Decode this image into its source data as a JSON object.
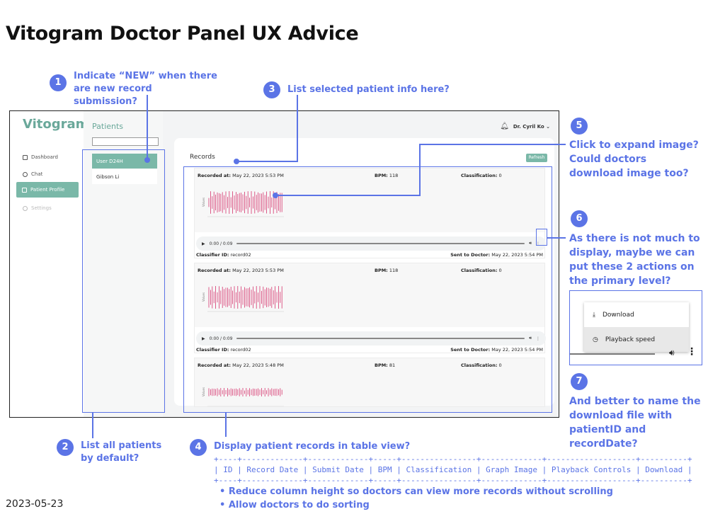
{
  "page": {
    "title": "Vitogram Doctor Panel UX Advice",
    "date": "2023-05-23"
  },
  "app": {
    "logo": "Vitogram",
    "nav": [
      "Dashboard",
      "Chat",
      "Patient Profile",
      "Settings"
    ],
    "patients_title": "Patients",
    "patients": [
      "User D24H",
      "Gibson Li"
    ],
    "user": "Dr. Cyril Ko",
    "records_title": "Records",
    "refresh_label": "Refresh",
    "labels": {
      "recorded_at": "Recorded at:",
      "bpm": "BPM:",
      "classification": "Classification:",
      "classifier_id": "Classifier ID:",
      "sent_to_doctor": "Sent to Doctor:",
      "y_axis": "Values"
    },
    "records": [
      {
        "recorded_at": "May 22, 2023 5:53 PM",
        "bpm": "118",
        "classification": "0",
        "audio_time": "0:00 / 0:09",
        "classifier_id": "record02",
        "sent": "May 22, 2023 5:54 PM"
      },
      {
        "recorded_at": "May 22, 2023 5:53 PM",
        "bpm": "118",
        "classification": "0",
        "audio_time": "0:00 / 0:09",
        "classifier_id": "record02",
        "sent": "May 22, 2023 5:54 PM"
      },
      {
        "recorded_at": "May 22, 2023 5:48 PM",
        "bpm": "81",
        "classification": "0"
      }
    ]
  },
  "annotations": [
    {
      "n": "1",
      "text": "Indicate “NEW” when there are new record submission?"
    },
    {
      "n": "2",
      "text": "List all patients by default?"
    },
    {
      "n": "3",
      "text": "List selected patient info here?"
    },
    {
      "n": "4",
      "text": "Display patient records in table view?"
    },
    {
      "n": "5",
      "text": "Click to expand image? Could doctors download image too?"
    },
    {
      "n": "6",
      "text": "As there is not much to display, maybe we can put these 2 actions on the primary level?"
    },
    {
      "n": "7",
      "text": "And better to name the download file with patientID and recordDate?"
    }
  ],
  "popup_menu": [
    "Download",
    "Playback speed"
  ],
  "table_columns": [
    "ID",
    "Record Date",
    "Submit Date",
    "BPM",
    "Classification",
    "Graph Image",
    "Playback Controls",
    "Download"
  ],
  "bullets": [
    "Reduce column height so doctors can view more records without scrolling",
    "Allow doctors to do sorting"
  ],
  "colors": {
    "accent": "#5b74e6",
    "brand": "#7ab8a8",
    "wave": "#d6336c"
  }
}
